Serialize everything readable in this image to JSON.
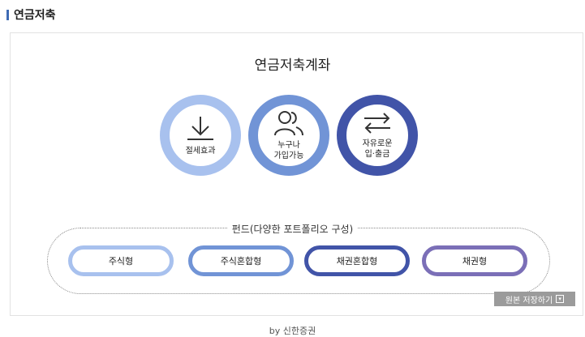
{
  "header": {
    "title": "연금저축"
  },
  "card": {
    "title": "연금저축계좌"
  },
  "features": [
    {
      "icon": "download-icon",
      "label": "절세효과"
    },
    {
      "icon": "users-icon",
      "label": "누구나\n가입가능"
    },
    {
      "icon": "transfer-arrows-icon",
      "label": "자유로운\n입·출금"
    }
  ],
  "fund": {
    "title": "펀드(다양한 포트폴리오 구성)",
    "types": [
      "주식형",
      "주식혼합형",
      "채권혼합형",
      "채권형"
    ]
  },
  "save_button": {
    "label": "원본 저장하기"
  },
  "footer": {
    "text": "by 신한증권"
  },
  "colors": {
    "light_blue": "#a8c1ee",
    "mid_blue": "#7194d6",
    "dark_blue": "#4154a8",
    "purple": "#7b6fb7"
  }
}
